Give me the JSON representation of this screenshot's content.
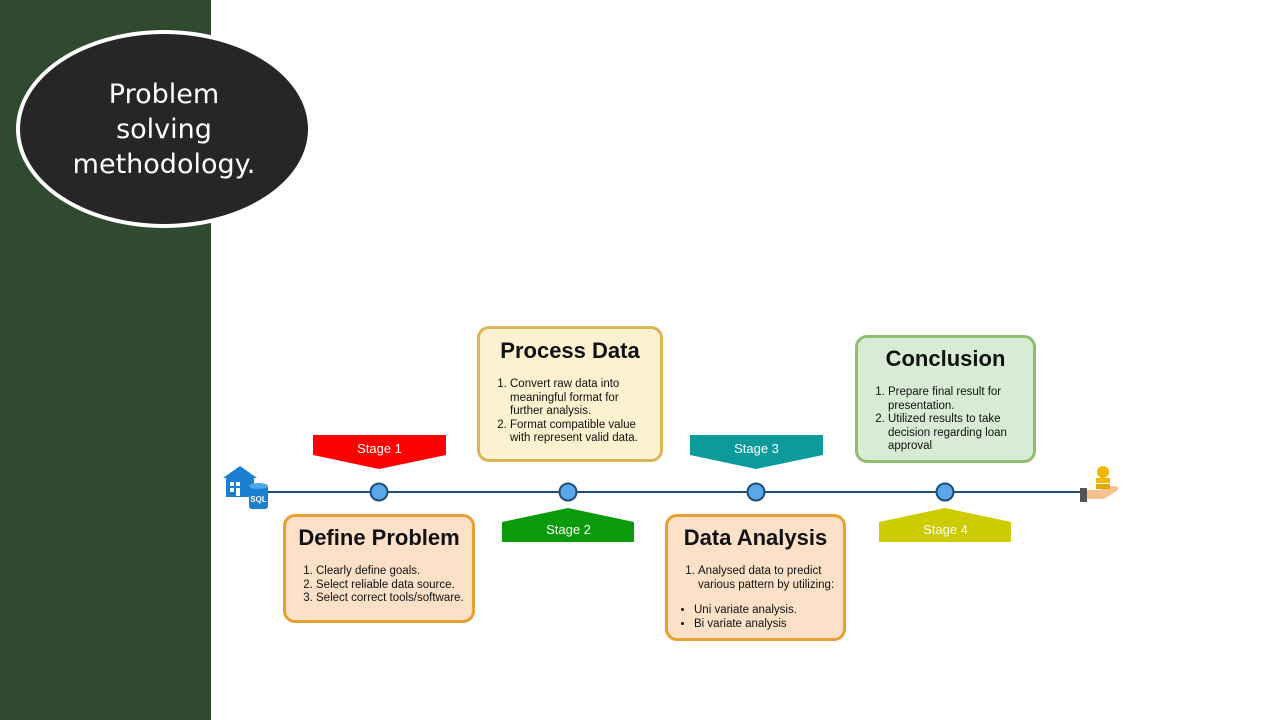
{
  "title": "Problem solving methodology.",
  "stages": [
    {
      "label": "Stage 1",
      "color": "#ff0000"
    },
    {
      "label": "Stage 2",
      "color": "#0a9a0a"
    },
    {
      "label": "Stage 3",
      "color": "#0d9a9a"
    },
    {
      "label": "Stage 4",
      "color": "#cccc00"
    }
  ],
  "cards": {
    "define": {
      "title": "Define Problem",
      "items": [
        "Clearly define goals.",
        "Select reliable data source.",
        "Select correct tools/software."
      ]
    },
    "process": {
      "title": "Process Data",
      "items": [
        "Convert raw data into meaningful format for further analysis.",
        "Format compatible value with represent valid data."
      ]
    },
    "analysis": {
      "title": "Data Analysis",
      "items": [
        "Analysed data to predict various pattern by utilizing:"
      ],
      "bullets": [
        "Uni variate analysis.",
        "Bi variate analysis"
      ]
    },
    "conclusion": {
      "title": "Conclusion",
      "items": [
        "Prepare final result for presentation.",
        "Utilized results to take decision regarding loan approval"
      ]
    }
  },
  "start_icon": {
    "name": "warehouse-sql-icon",
    "text": "SQL"
  },
  "end_icon": {
    "name": "hand-coins-icon"
  },
  "colors": {
    "sidebar": "#2f4a2f",
    "oval": "#262626",
    "timeline": "#1f4e79",
    "node": "#5aa8ea"
  }
}
